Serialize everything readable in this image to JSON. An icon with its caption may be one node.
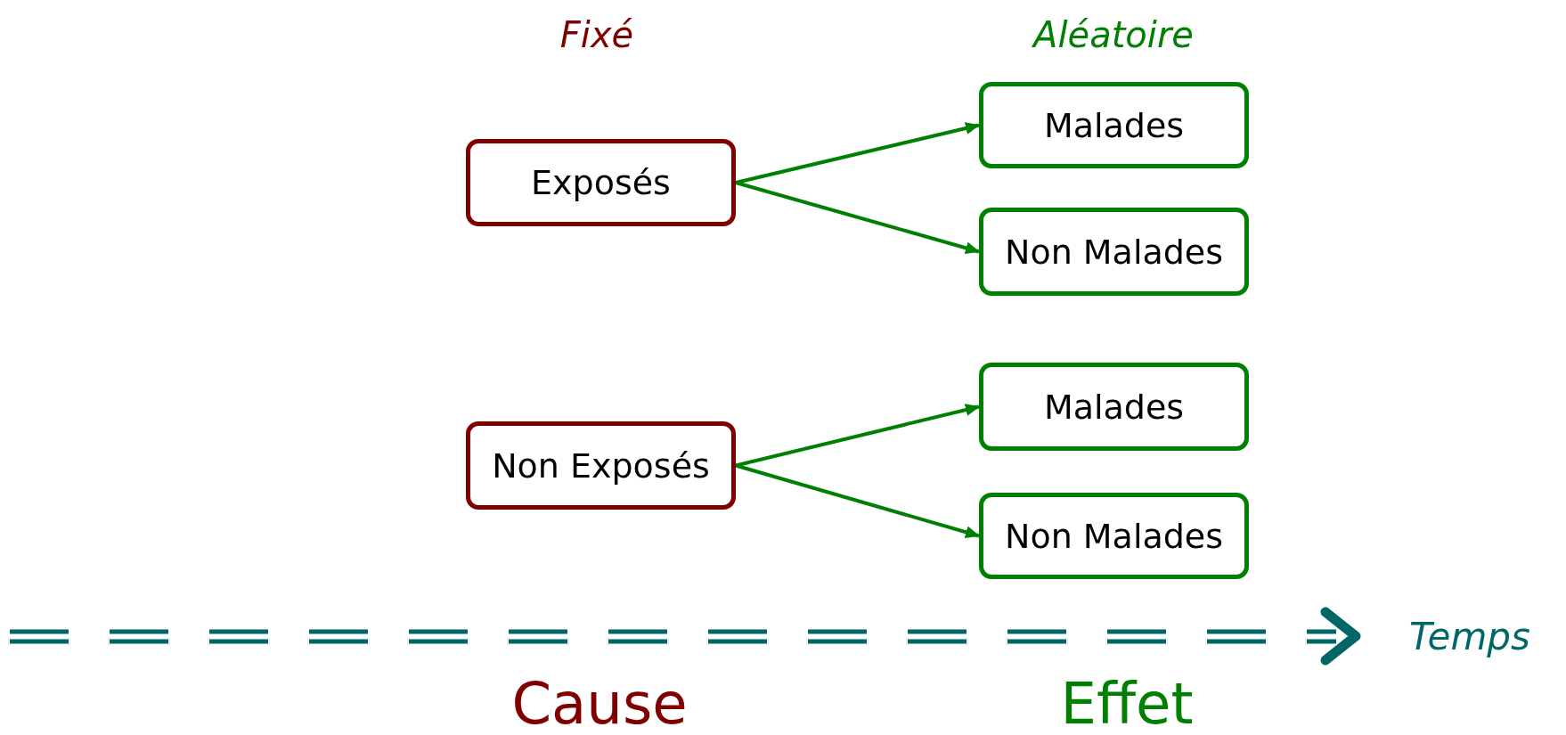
{
  "diagram": {
    "nodes": [
      {
        "text": [
          "Exposés"
        ]
      },
      {
        "text": [
          "Malades"
        ]
      },
      {
        "text": [
          "Non Malades"
        ]
      },
      {
        "text": [
          "Non Exposés"
        ]
      },
      {
        "text": [
          "Malades"
        ]
      },
      {
        "text": [
          "Non Malades"
        ]
      }
    ],
    "edges": [
      {
        "from": 0,
        "to": 1,
        "arrow": "to"
      },
      {
        "from": 0,
        "to": 2,
        "arrow": "to"
      },
      {
        "from": 3,
        "to": 4,
        "arrow": "to"
      },
      {
        "from": 3,
        "to": 5,
        "arrow": "to"
      }
    ],
    "labels": [
      "Fixé",
      "Aléatoire",
      "Temps",
      "Cause",
      "Effet"
    ]
  }
}
